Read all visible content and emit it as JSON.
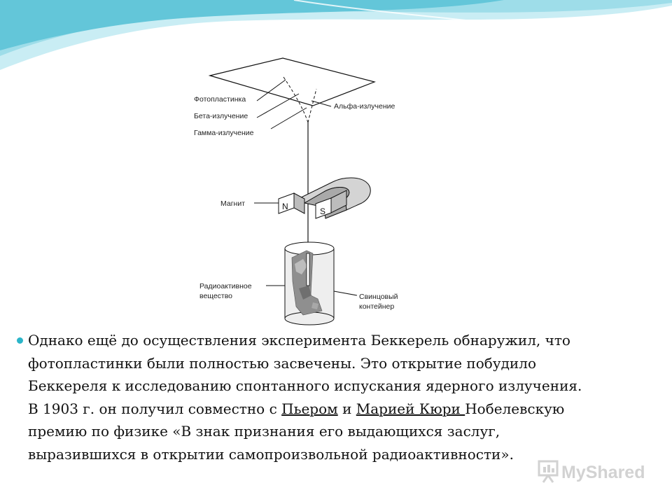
{
  "figure": {
    "labels": {
      "photoplate": "Фотопластинка",
      "beta": "Бета-излучение",
      "gamma": "Гамма-излучение",
      "alpha": "Альфа-излучение",
      "magnet": "Магнит",
      "radioactive_line1": "Радиоактивное",
      "radioactive_line2": "вещество",
      "lead_line1": "Свинцовый",
      "lead_line2": "контейнер",
      "pole_n": "N",
      "pole_s": "S"
    }
  },
  "bullet": {
    "line1": "Однако ещё до осуществления эксперимента Беккерель обнаружил, что",
    "line2": "фотопластинки были полностью засвечены. Это открытие побудило",
    "line3": "Беккереля к исследованию спонтанного испускания ядерного излучения.",
    "line4_start": "В 1903 г. он получил совместно с ",
    "link_pierre": "Пьером",
    "and": " и ",
    "link_marie": "Марией Кюри ",
    "line4_end": "Нобелевскую",
    "line5": "премию по физике «В знак признания его выдающихся заслуг,",
    "line6": "выразившихся в открытии самопроизвольной радиоактивности»."
  },
  "watermark": {
    "text": "MyShared"
  },
  "colors": {
    "accent": "#2bb5c9",
    "wave_light": "#bfe9f1",
    "wave_mid": "#7fd3e3"
  }
}
